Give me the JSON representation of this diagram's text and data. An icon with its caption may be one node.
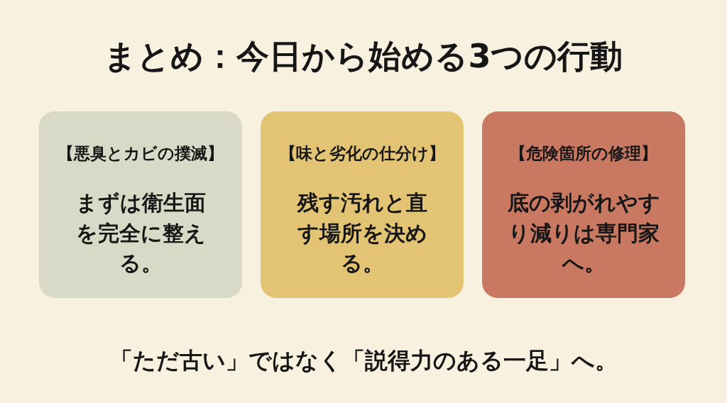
{
  "diagram": {
    "title": "まとめ：今日から始める3つの行動",
    "nodes": [
      {
        "text": [
          "【悪臭とカビの撲滅】",
          "まずは衛生面を完全に整える。"
        ]
      },
      {
        "text": [
          "【味と劣化の仕分け】",
          "残す汚れと直す場所を決める。"
        ]
      },
      {
        "text": [
          "【危険箇所の修理】",
          "底の剥がれやすり減りは専門家へ。"
        ]
      }
    ],
    "caption": "「ただ古い」ではなく「説得力のある一足」へ。"
  }
}
